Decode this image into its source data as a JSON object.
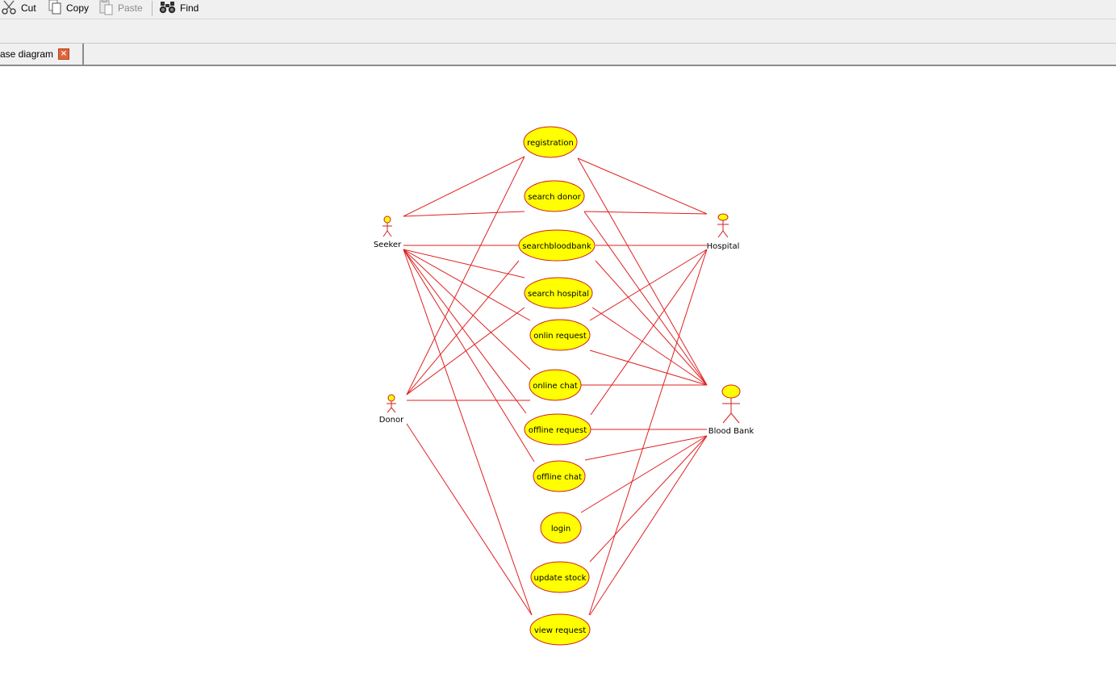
{
  "toolbar": {
    "cut_label": "Cut",
    "copy_label": "Copy",
    "paste_label": "Paste",
    "find_label": "Find"
  },
  "tabs": [
    {
      "label": "ase diagram"
    }
  ],
  "diagram": {
    "actors": {
      "seeker": "Seeker",
      "donor": "Donor",
      "hospital": "Hospital",
      "blood_bank": "Blood Bank"
    },
    "use_cases": {
      "registration": "registration",
      "search_donor": "search donor",
      "searchbloodbank": "searchbloodbank",
      "search_hospital": "search hospital",
      "onlin_request": "onlin request",
      "online_chat": "online chat",
      "offline_request": "offline request",
      "offline_chat": "offline chat",
      "login": "login",
      "update_stock": "update stock",
      "view_request": "view request"
    },
    "colors": {
      "line": "#e02020",
      "use_case_fill": "#ffff00",
      "use_case_stroke": "#d02020"
    }
  }
}
